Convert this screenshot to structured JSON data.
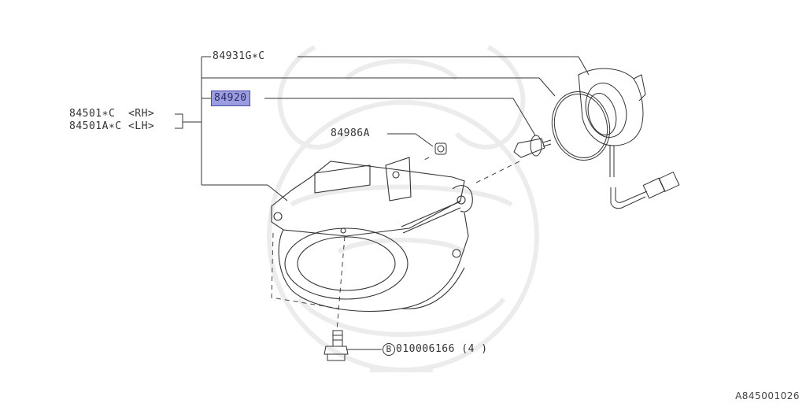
{
  "diagram": {
    "title": "Fog lamp assembly exploded parts diagram",
    "reference_code": "A845001026",
    "highlight_color": "#9c9ce0",
    "highlight_border": "#4a4aa8",
    "line_color": "#333333",
    "watermark": "samurai-helmet-watermark"
  },
  "labels": {
    "assembly_rh": "84501∗C  <RH>",
    "assembly_lh": "84501A∗C <LH>",
    "holder": "84931G∗C",
    "bulb": "84920",
    "clip": "84986A",
    "bolt_prefix": "B",
    "bolt": "010006166 (4 )"
  },
  "parts": [
    {
      "number": "84501*C",
      "side": "RH",
      "name": "fog-lamp-assembly"
    },
    {
      "number": "84501A*C",
      "side": "LH",
      "name": "fog-lamp-assembly"
    },
    {
      "number": "84931G*C",
      "name": "bulb-socket-holder"
    },
    {
      "number": "84920",
      "name": "bulb",
      "highlighted": true
    },
    {
      "number": "84986A",
      "name": "clip"
    },
    {
      "number": "010006166",
      "qty": 4,
      "name": "bolt",
      "callout": "B"
    }
  ]
}
